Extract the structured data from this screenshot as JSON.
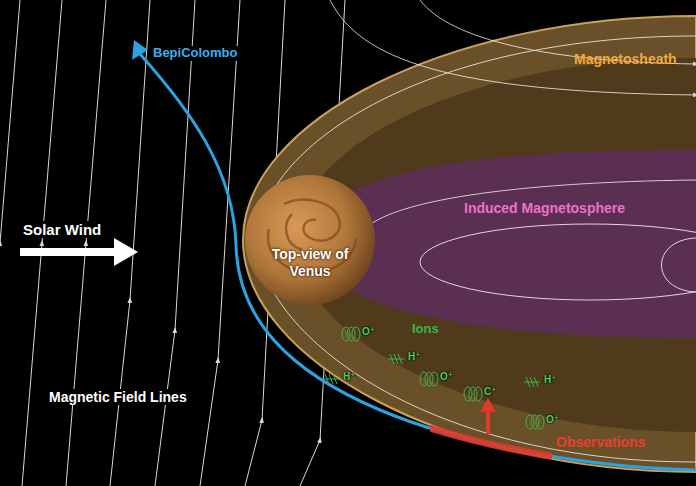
{
  "diagram": {
    "nodes": [
      {
        "text": [
          "Top-view of Venus"
        ]
      }
    ],
    "labels": [
      "Solar Wind",
      "BepiColombo",
      "Magnetosheath",
      "Induced Magnetosphere",
      "Ions",
      "O⁺",
      "H⁺",
      "H⁺",
      "O⁺",
      "C⁺",
      "H⁺",
      "O⁺",
      "Magnetic Field Lines",
      "Observations"
    ]
  }
}
